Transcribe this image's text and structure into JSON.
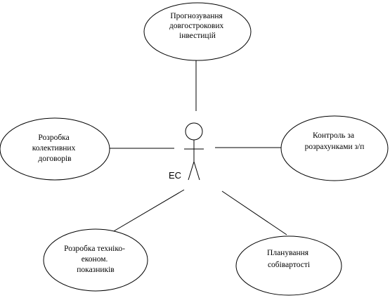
{
  "diagram": {
    "actor": {
      "label": "ЕС",
      "icon": "stick-figure-actor-icon"
    },
    "use_cases": [
      {
        "id": "uc-forecast",
        "lines": [
          "Прогнозування",
          "довгострокових",
          "інвестицій"
        ]
      },
      {
        "id": "uc-agreements",
        "lines": [
          "Розробка",
          "колективних",
          "договорів"
        ]
      },
      {
        "id": "uc-payroll",
        "lines": [
          "Контроль за",
          "розрахунками з/п"
        ]
      },
      {
        "id": "uc-indicators",
        "lines": [
          "Розробка техніко-",
          "економ.",
          "показників"
        ]
      },
      {
        "id": "uc-costing",
        "lines": [
          "Планування",
          "собівартості"
        ]
      }
    ]
  }
}
